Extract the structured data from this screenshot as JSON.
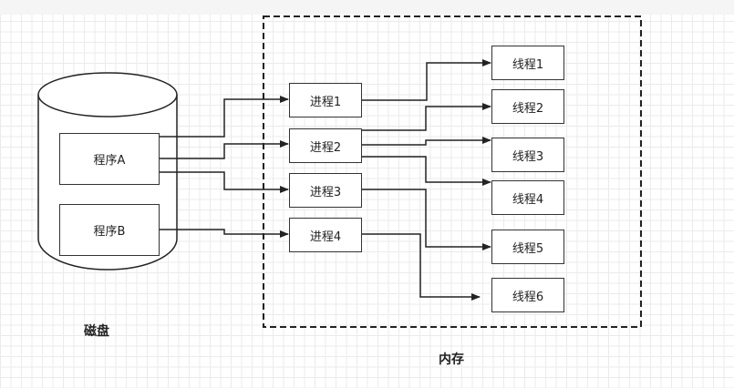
{
  "disk": {
    "label": "磁盘",
    "programs": [
      {
        "label": "程序A"
      },
      {
        "label": "程序B"
      }
    ]
  },
  "memory": {
    "label": "内存",
    "processes": [
      {
        "label": "进程1"
      },
      {
        "label": "进程2"
      },
      {
        "label": "进程3"
      },
      {
        "label": "进程4"
      }
    ],
    "threads": [
      {
        "label": "线程1"
      },
      {
        "label": "线程2"
      },
      {
        "label": "线程3"
      },
      {
        "label": "线程4"
      },
      {
        "label": "线程5"
      },
      {
        "label": "线程6"
      }
    ]
  },
  "connections": [
    {
      "from": "程序A",
      "to": "进程1"
    },
    {
      "from": "程序A",
      "to": "进程2"
    },
    {
      "from": "程序A",
      "to": "进程3"
    },
    {
      "from": "程序B",
      "to": "进程4"
    },
    {
      "from": "进程1",
      "to": "线程1"
    },
    {
      "from": "进程2",
      "to": "线程2"
    },
    {
      "from": "进程2",
      "to": "线程3"
    },
    {
      "from": "进程2",
      "to": "线程4"
    },
    {
      "from": "进程3",
      "to": "线程5"
    },
    {
      "from": "进程4",
      "to": "线程6"
    }
  ]
}
